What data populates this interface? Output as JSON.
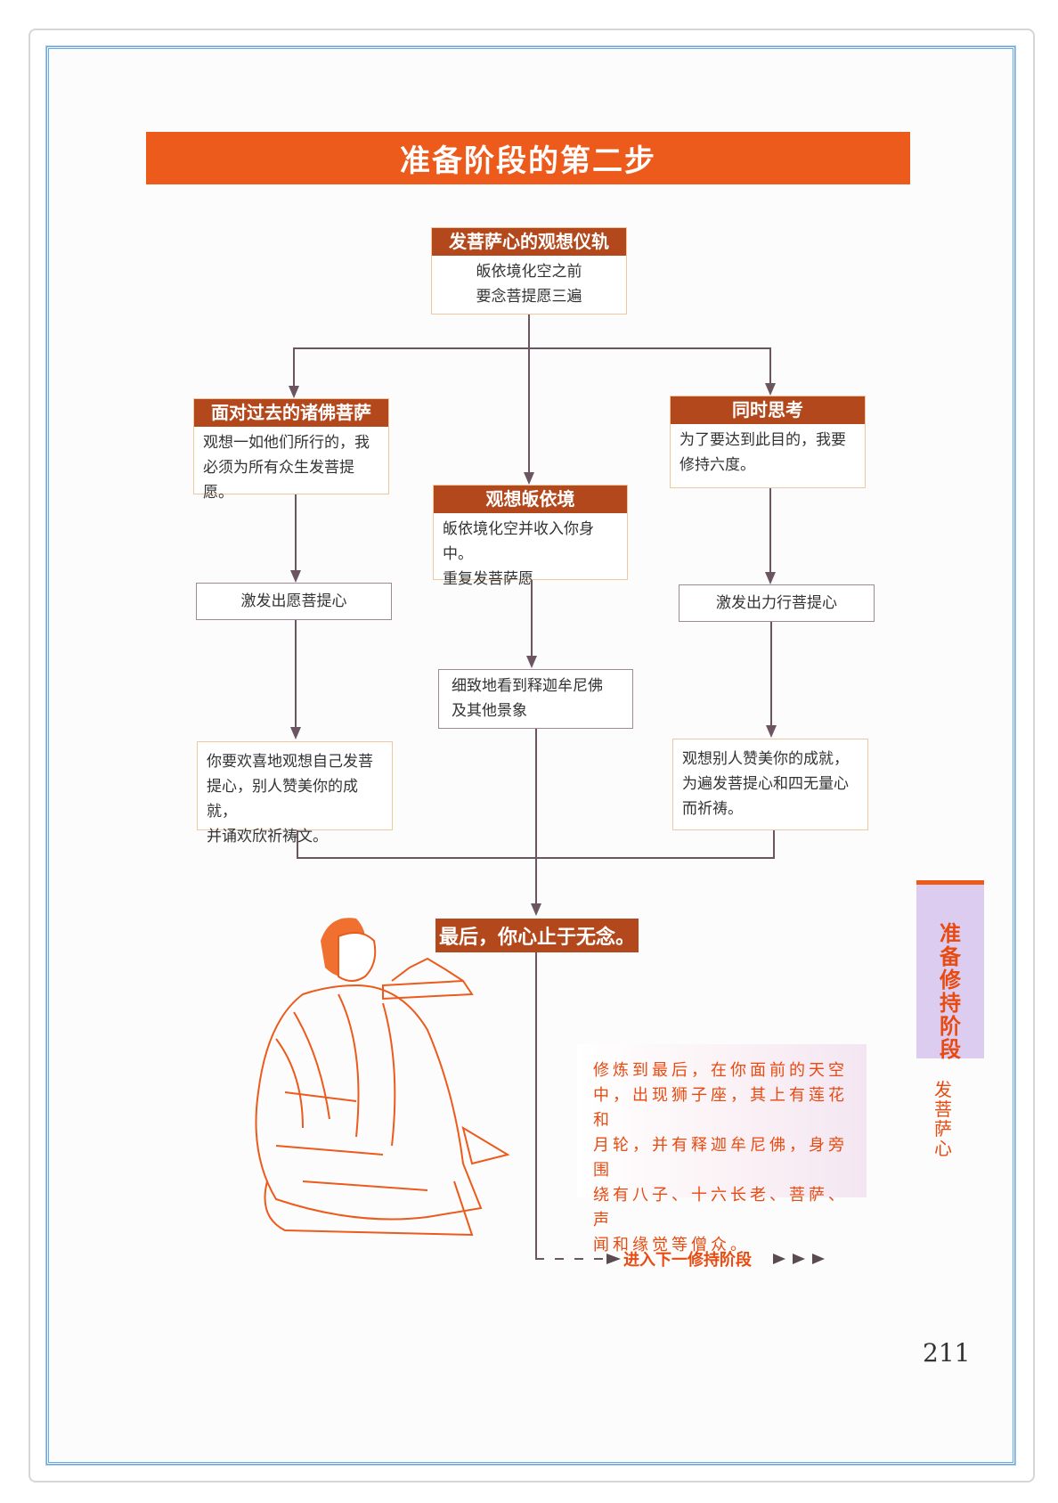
{
  "title": "准备阶段的第二步",
  "top": {
    "header": "发菩萨心的观想仪轨",
    "lines": [
      "皈依境化空之前",
      "要念菩提愿三遍"
    ]
  },
  "left": {
    "header": "面对过去的诸佛菩萨",
    "lines": [
      "观想一如他们所行的，我",
      "必须为所有众生发菩提愿。"
    ],
    "step": "激发出愿菩提心",
    "result": [
      "你要欢喜地观想自己发菩",
      "提心，别人赞美你的成就，",
      "并诵欢欣祈祷文。"
    ]
  },
  "middle": {
    "header": "观想皈依境",
    "lines": [
      "皈依境化空并收入你身中。",
      "重复发菩萨愿"
    ],
    "step": [
      "细致地看到释迦牟尼佛",
      "及其他景象"
    ]
  },
  "right": {
    "header": "同时思考",
    "lines": [
      "为了要达到此目的，我要",
      "修持六度。"
    ],
    "step": "激发出力行菩提心",
    "result": [
      "观想别人赞美你的成就，",
      "为遍发菩提心和四无量心",
      "而祈祷。"
    ]
  },
  "final": "最后，你心止于无念。",
  "note": [
    "修炼到最后，在你面前的天空",
    "中，出现狮子座，其上有莲花和",
    "月轮，并有释迦牟尼佛，身旁围",
    "绕有八子、十六长老、菩萨、声",
    "闻和缘觉等僧众。"
  ],
  "next_stage": "进入下一修持阶段",
  "side_tab": {
    "title": "准备修持阶段",
    "subtitle": "发菩萨心"
  },
  "page_number": "211",
  "colors": {
    "title": "#ec5a1c",
    "header": "#b2481c",
    "accent": "#e84a10",
    "frame": "#6aa8e4"
  }
}
